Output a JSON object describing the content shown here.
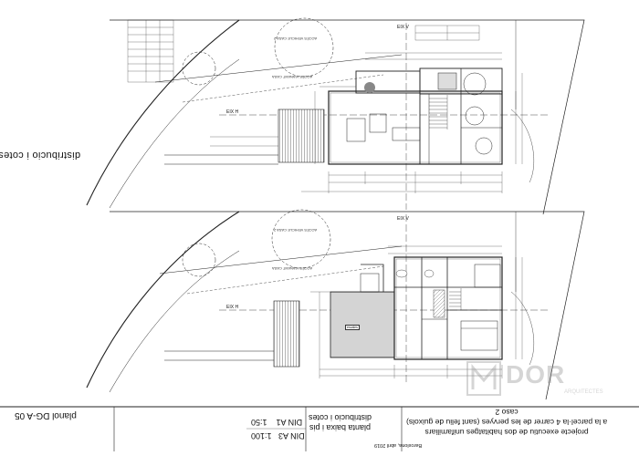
{
  "sheet": {
    "side_label": "distribucio i cotes",
    "axis_v_top": "EIX V",
    "axis_h_top": "EIX H",
    "axis_v_bottom": "EIX V",
    "axis_h_bottom": "EIX H",
    "access_path_top": "ACCÉS VIANANT CASA",
    "access_path_bottom": "ACCÉS VIANANT CASA",
    "access_vehicle_top": "ACCÉS VEHICLE CASA 2",
    "access_vehicle_bottom": "ACCÉS VEHICLE CASA 2",
    "stairs_tag": "escales"
  },
  "title_block": {
    "plan_number": "planol DG-A 05",
    "scale_a1_label": "DIN A1",
    "scale_a1_value": "1:50",
    "scale_a3_label": "DIN A3",
    "scale_a3_value": "1:100",
    "drawing_title_line1": "planta baixa i pis",
    "drawing_title_line2": "distribucio i cotes",
    "project_line1": "projecte executiu de dos habitatges unifamiliars",
    "project_line2": "a la parcel·la 4 carrer de les pervyes (sant feliu de guixols)",
    "project_line3": "caso 2",
    "date_line": "Barcelona, abril 2019"
  },
  "logo": {
    "text": "DOR",
    "subtext": "ARQUITECTES"
  },
  "colors": {
    "line": "#222222",
    "hatch": "#555555",
    "logo": "#888888"
  }
}
